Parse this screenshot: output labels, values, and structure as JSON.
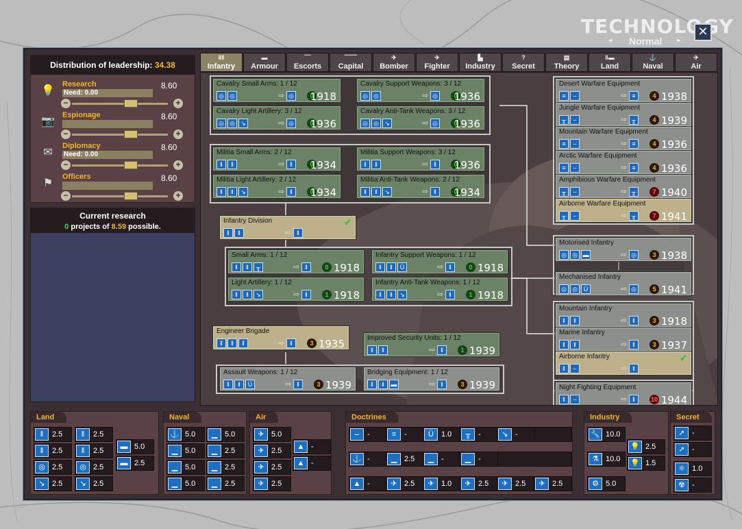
{
  "header": {
    "title": "TECHNOLOGY",
    "difficulty": "Normal",
    "prev": "◂",
    "next": "▸",
    "close": "✕"
  },
  "leadership": {
    "label": "Distribution of leadership:",
    "value": "34.38",
    "rows": [
      {
        "name": "Research",
        "value": "8.60",
        "need": "Need: 0.00",
        "icon": "lightbulb-icon"
      },
      {
        "name": "Espionage",
        "value": "8.60",
        "need": "",
        "icon": "camera-icon"
      },
      {
        "name": "Diplomacy",
        "value": "8.60",
        "need": "Need: 0.00",
        "icon": "envelope-icon"
      },
      {
        "name": "Officers",
        "value": "8.60",
        "need": "",
        "icon": "flag-icon"
      }
    ],
    "minus": "−",
    "plus": "+"
  },
  "current_research": {
    "title": "Current research",
    "count": "0",
    "middle": "projects of",
    "possible": "8.59",
    "end": "possible."
  },
  "tabs": [
    {
      "label": "Infantry",
      "icon": "ǁǁ"
    },
    {
      "label": "Armour",
      "icon": "▬"
    },
    {
      "label": "Escorts",
      "icon": "⎺"
    },
    {
      "label": "Capital",
      "icon": "⎺⎺"
    },
    {
      "label": "Bomber",
      "icon": "✈"
    },
    {
      "label": "Fighter",
      "icon": "✈"
    },
    {
      "label": "Industry",
      "icon": "▙"
    },
    {
      "label": "Secret",
      "icon": "?"
    },
    {
      "label": "Theory",
      "icon": "▤"
    },
    {
      "label": "Land",
      "icon": "ǁ▬"
    },
    {
      "label": "Naval",
      "icon": "⚓"
    },
    {
      "label": "Air",
      "icon": "✈"
    }
  ],
  "techs": [
    {
      "name": "Cavalry Small Arms: 1 / 12",
      "lvl": "0",
      "year": "1918"
    },
    {
      "name": "Cavalry Support Weapons: 3 / 12",
      "lvl": "0",
      "year": "1936"
    },
    {
      "name": "Cavalry Light Artillery: 3 / 12",
      "lvl": "0",
      "year": "1936"
    },
    {
      "name": "Cavalry Anti-Tank Weapons: 3 / 12",
      "lvl": "0",
      "year": "1936"
    },
    {
      "name": "Militia Small Arms: 2 / 12",
      "lvl": "0",
      "year": "1934"
    },
    {
      "name": "Militia Support Weapons: 3 / 12",
      "lvl": "0",
      "year": "1936"
    },
    {
      "name": "Militia Light Artillery: 2 / 12",
      "lvl": "0",
      "year": "1934"
    },
    {
      "name": "Militia Anti-Tank Weapons: 2 / 12",
      "lvl": "0",
      "year": "1934"
    },
    {
      "name": "Infantry Division",
      "lvl": "",
      "year": ""
    },
    {
      "name": "Small Arms: 1 / 12",
      "lvl": "0",
      "year": "1918"
    },
    {
      "name": "Infantry Support Weapons: 1 / 12",
      "lvl": "0",
      "year": "1918"
    },
    {
      "name": "Light Artillery: 1 / 12",
      "lvl": "1",
      "year": "1918"
    },
    {
      "name": "Infantry Anti-Tank Weapons: 1 / 12",
      "lvl": "1",
      "year": "1918"
    },
    {
      "name": "Engineer Brigade",
      "lvl": "3",
      "year": "1935"
    },
    {
      "name": "Improved Security Units: 1 / 12",
      "lvl": "1",
      "year": "1939"
    },
    {
      "name": "Assault Weapons: 1 / 12",
      "lvl": "3",
      "year": "1939"
    },
    {
      "name": "Bridging Equipment: 1 / 12",
      "lvl": "3",
      "year": "1939"
    },
    {
      "name": "Desert Warfare Equipment",
      "lvl": "4",
      "year": "1938"
    },
    {
      "name": "Jungle Warfare Equipment",
      "lvl": "4",
      "year": "1939"
    },
    {
      "name": "Mountain Warfare Equipment",
      "lvl": "4",
      "year": "1936"
    },
    {
      "name": "Arctic Warfare Equipment",
      "lvl": "4",
      "year": "1936"
    },
    {
      "name": "Amphibious Warfare Equipment",
      "lvl": "7",
      "year": "1940"
    },
    {
      "name": "Airborne Warfare Equipment",
      "lvl": "7",
      "year": "1941"
    },
    {
      "name": "Motorised Infantry",
      "lvl": "3",
      "year": "1938"
    },
    {
      "name": "Mechanised Infantry",
      "lvl": "5",
      "year": "1941"
    },
    {
      "name": "Mountain Infantry",
      "lvl": "3",
      "year": "1918"
    },
    {
      "name": "Marine Infantry",
      "lvl": "3",
      "year": "1937"
    },
    {
      "name": "Airborne Infantry",
      "lvl": "",
      "year": ""
    },
    {
      "name": "Night Fighting Equipment",
      "lvl": "10",
      "year": "1944"
    }
  ],
  "check": "✔",
  "arrow": "⇨",
  "bottom": {
    "land": {
      "title": "Land",
      "values": [
        "2.5",
        "2.5",
        "2.5",
        "2.5",
        "2.5",
        "2.5",
        "2.5",
        "2.5",
        "5.0",
        "2.5"
      ]
    },
    "naval": {
      "title": "Naval",
      "values": [
        "5.0",
        "5.0",
        "5.0",
        "2.5",
        "5.0",
        "2.5",
        "5.0",
        "2.5"
      ]
    },
    "air": {
      "title": "Air",
      "values": [
        "5.0",
        "2.5",
        "2.5",
        "2.5",
        "-",
        "-"
      ]
    },
    "doctrines": {
      "title": "Doctrines",
      "row1": [
        "-",
        "-",
        "1.0",
        "-",
        "-"
      ],
      "row2": [
        "-",
        "2.5",
        "-",
        "-"
      ],
      "row3": [
        "-",
        "2.5",
        "1.0",
        "2.5",
        "2.5",
        "2.5"
      ]
    },
    "industry": {
      "title": "Industry",
      "values": [
        "10.0",
        "10.0",
        "5.0",
        "2.5",
        "1.5"
      ]
    },
    "secret": {
      "title": "Secret",
      "values": [
        "-",
        "-",
        "1.0",
        "-"
      ]
    }
  }
}
